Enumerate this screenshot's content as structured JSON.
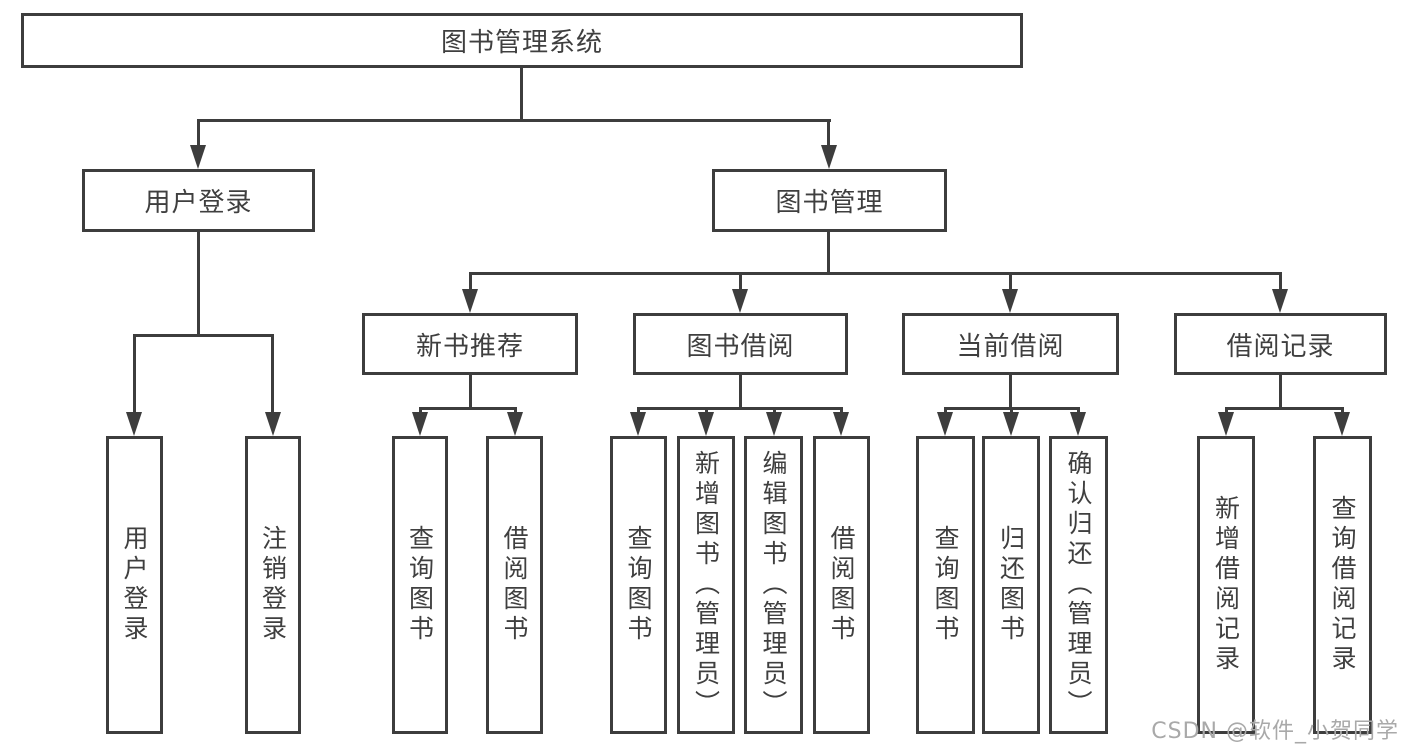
{
  "colors": {
    "line": "#3d3d3d",
    "text": "#3f3f3f",
    "watermark": "#a9a9a9",
    "background": "#ffffff"
  },
  "watermark": {
    "text": "CSDN @软件_小贺同学"
  },
  "tree": {
    "label": "图书管理系统",
    "children": [
      {
        "label": "用户登录",
        "children": [
          {
            "label": "用户登录"
          },
          {
            "label": "注销登录"
          }
        ]
      },
      {
        "label": "图书管理",
        "children": [
          {
            "label": "新书推荐",
            "children": [
              {
                "label": "查询图书"
              },
              {
                "label": "借阅图书"
              }
            ]
          },
          {
            "label": "图书借阅",
            "children": [
              {
                "label": "查询图书"
              },
              {
                "label": "新增图书（管理员）"
              },
              {
                "label": "编辑图书（管理员）"
              },
              {
                "label": "借阅图书"
              }
            ]
          },
          {
            "label": "当前借阅",
            "children": [
              {
                "label": "查询图书"
              },
              {
                "label": "归还图书"
              },
              {
                "label": "确认归还（管理员）"
              }
            ]
          },
          {
            "label": "借阅记录",
            "children": [
              {
                "label": "新增借阅记录"
              },
              {
                "label": "查询借阅记录"
              }
            ]
          }
        ]
      }
    ]
  }
}
